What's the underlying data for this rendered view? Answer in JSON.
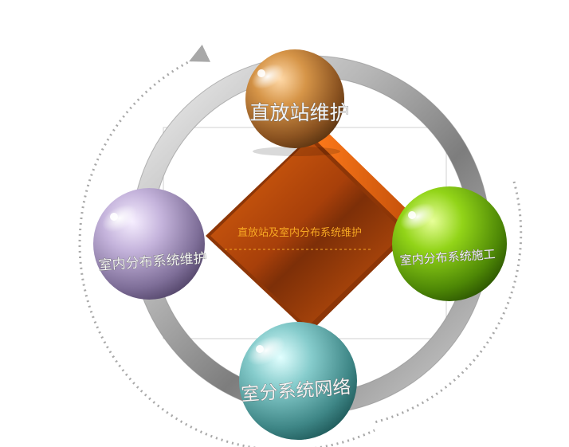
{
  "center": {
    "title": "直放站及室内分布系统维护",
    "color": "#c24f0a"
  },
  "nodes": {
    "top": {
      "label": "直放站维护",
      "color": "#c8843c"
    },
    "left": {
      "label": "室内分布系统维护",
      "color": "#b4a4c8"
    },
    "right": {
      "label": "室内分布系统施工",
      "color": "#7ec00c"
    },
    "bottom": {
      "label": "室分系统网络",
      "color": "#6ab8b8"
    }
  },
  "colors": {
    "ring": "#9a9a9a",
    "dotted_arc": "#a8a8a8",
    "center_text": "#f7a823"
  }
}
